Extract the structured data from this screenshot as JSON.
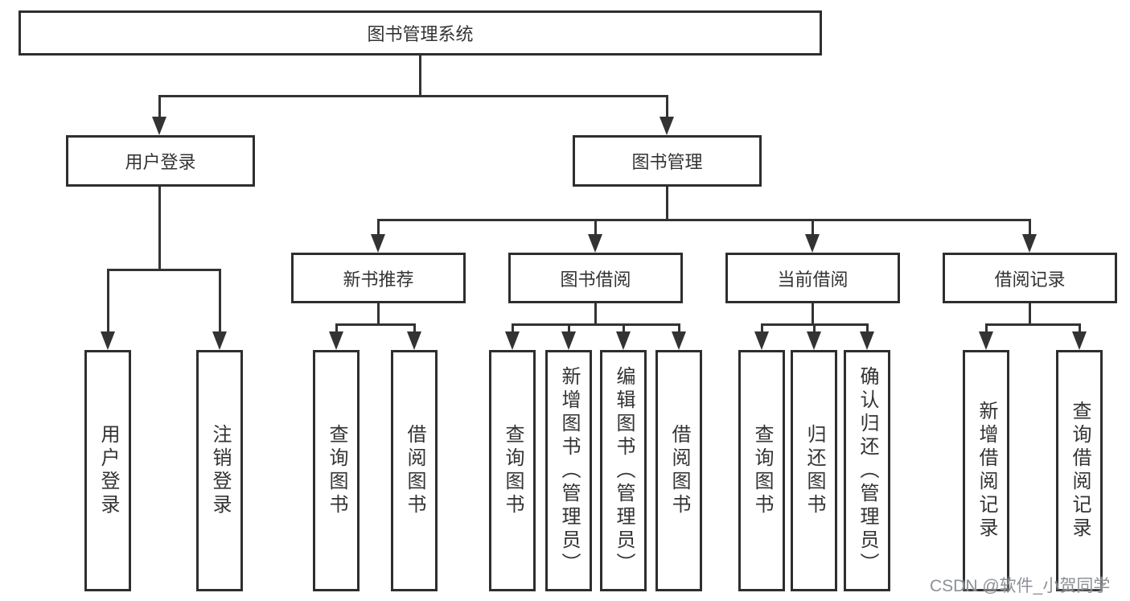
{
  "diagram": {
    "root": {
      "label": "图书管理系统"
    },
    "user_login": {
      "label": "用户登录",
      "children": [
        {
          "label": "用户登录"
        },
        {
          "label": "注销登录"
        }
      ]
    },
    "book_mgmt": {
      "label": "图书管理"
    },
    "new_book_rec": {
      "label": "新书推荐",
      "children": [
        {
          "label": "查询图书"
        },
        {
          "label": "借阅图书"
        }
      ]
    },
    "book_borrow": {
      "label": "图书借阅",
      "children": [
        {
          "label": "查询图书"
        },
        {
          "label": "新增图书（管理员）"
        },
        {
          "label": "编辑图书（管理员）"
        },
        {
          "label": "借阅图书"
        }
      ]
    },
    "current_borrow": {
      "label": "当前借阅",
      "children": [
        {
          "label": "查询图书"
        },
        {
          "label": "归还图书"
        },
        {
          "label": "确认归还（管理员）"
        }
      ]
    },
    "borrow_records": {
      "label": "借阅记录",
      "children": [
        {
          "label": "新增借阅记录"
        },
        {
          "label": "查询借阅记录"
        }
      ]
    }
  },
  "watermark": {
    "text": "CSDN @软件_小贺同学"
  },
  "colors": {
    "background": "#ffffff",
    "box_fill": "#ffffff",
    "box_border": "#2e2e2e",
    "line": "#333333",
    "text": "#333333",
    "watermark": "#878b91"
  }
}
